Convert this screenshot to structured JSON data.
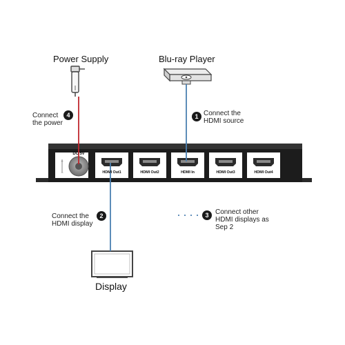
{
  "devices": {
    "power_supply": "Power Supply",
    "bluray_player": "Blu-ray Player",
    "display": "Display"
  },
  "steps": [
    {
      "number": "1",
      "line1": "Connect the",
      "line2": "HDMI source",
      "line3": ""
    },
    {
      "number": "2",
      "line1": "Connect the",
      "line2": "HDMI display",
      "line3": ""
    },
    {
      "number": "3",
      "line1": "Connect other",
      "line2": "HDMI displays as",
      "line3": "Sep 2"
    },
    {
      "number": "4",
      "line1": "Connect",
      "line2": "the power",
      "line3": ""
    }
  ],
  "splitter": {
    "dc_label": "DC 5V",
    "ports": [
      "HDMI Out1",
      "HDMI Out2",
      "HDMI In",
      "HDMI Out3",
      "HDMI Out4"
    ]
  },
  "colors": {
    "hdmi_cable": "#4a7fb0",
    "power_cable": "#c0262d",
    "device_body": "#1c1c1c",
    "badge": "#1a1a1a"
  }
}
